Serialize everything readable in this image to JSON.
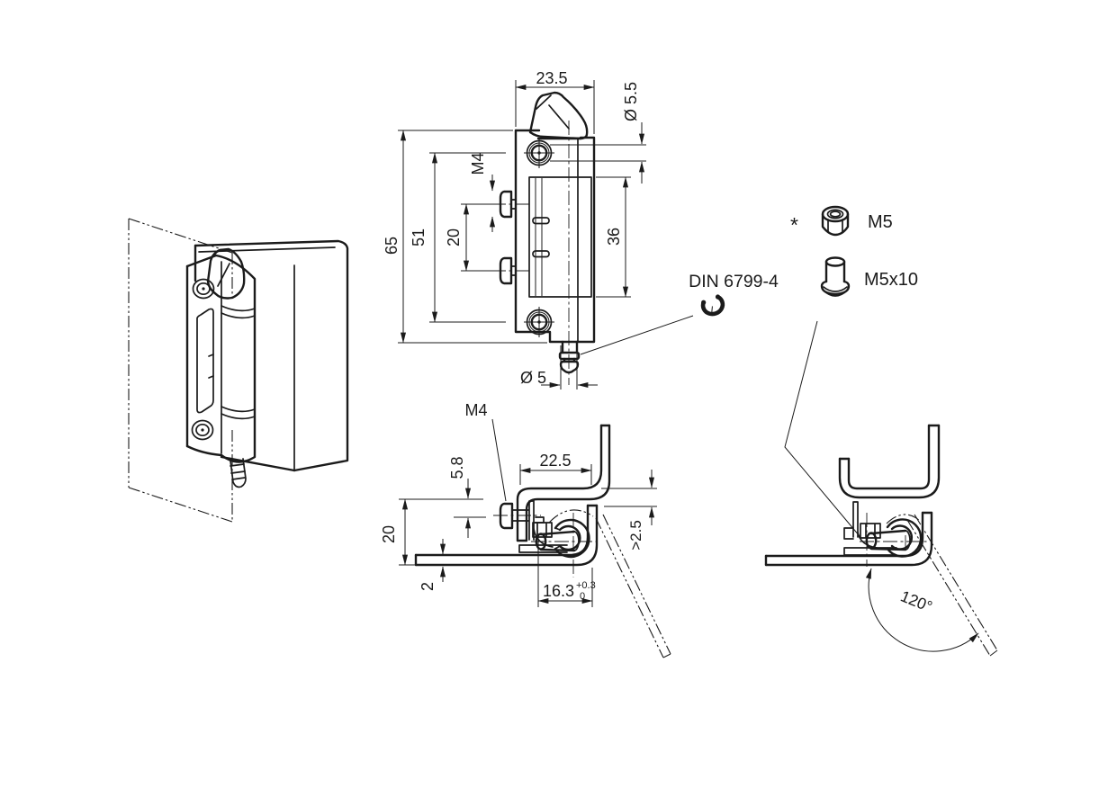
{
  "front_view": {
    "dim_width": "23.5",
    "dim_hole_dia": "Ø 5.5",
    "dim_height": "65",
    "dim_hole_spacing": "51",
    "dim_screw_spacing": "20",
    "thread_label": "M4",
    "dim_cutout_height": "36",
    "dim_pin_dia": "Ø 5"
  },
  "hardware": {
    "circlip_label": "DIN 6799-4",
    "included_marker": "*",
    "nut_label": "M5",
    "screw_label": "M5x10"
  },
  "section_view": {
    "thread_label": "M4",
    "dim_screw_offset": "5.8",
    "dim_door_return": "22.5",
    "dim_profile_height": "20",
    "dim_sheet_thickness": "2",
    "dim_cutout": "16.3",
    "dim_cutout_tol_upper": "+0.3",
    "dim_cutout_tol_lower": "0",
    "dim_gap": ">2.5"
  },
  "open_view": {
    "opening_angle": "120°"
  }
}
